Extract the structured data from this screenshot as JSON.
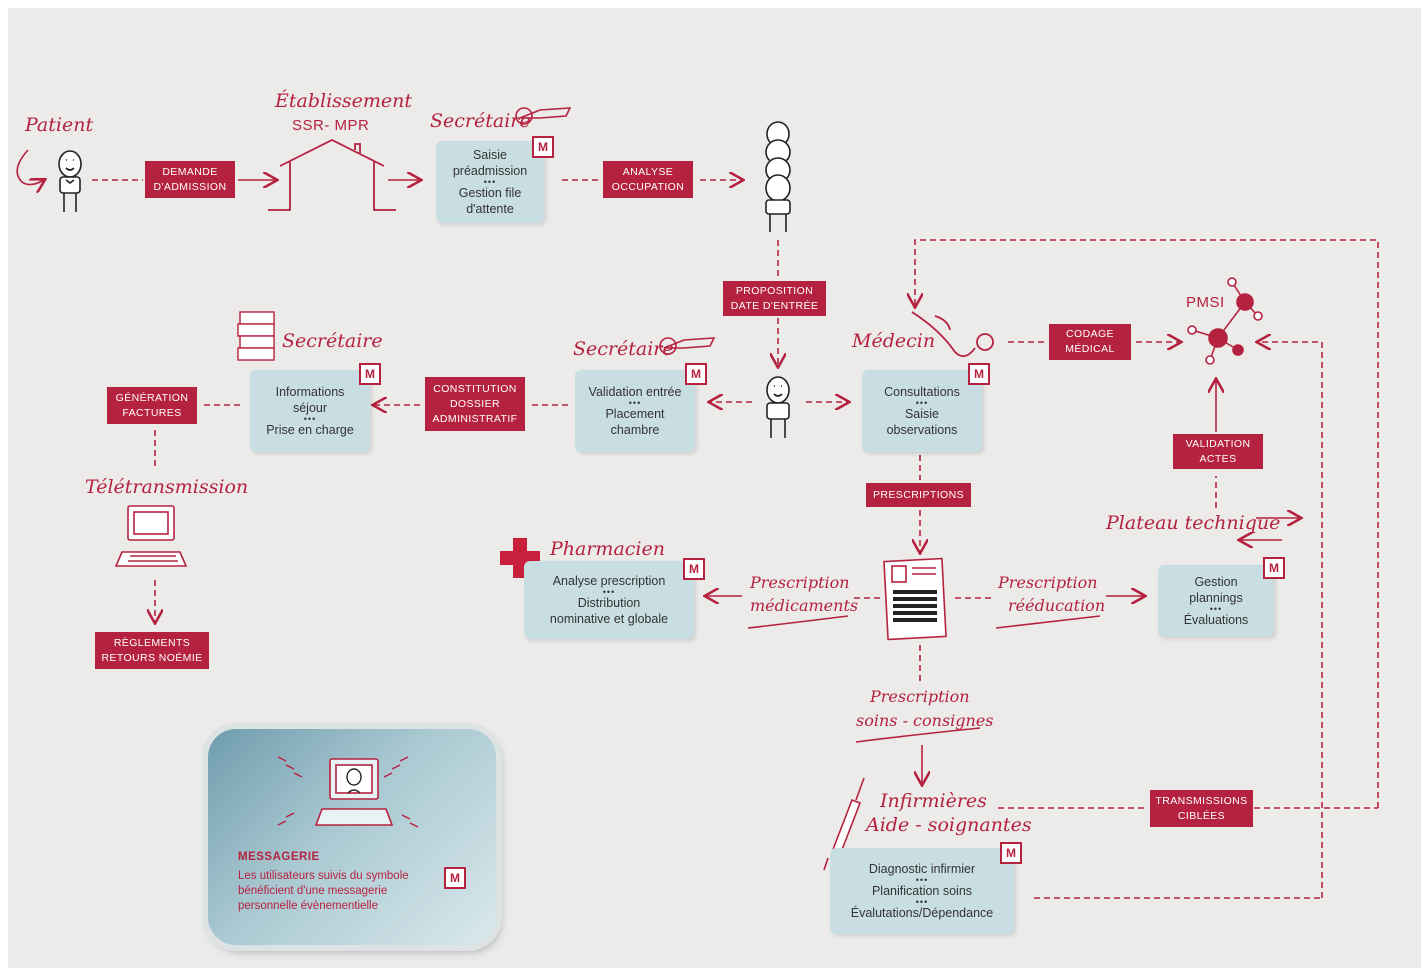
{
  "labels": {
    "demande": "DEMANDE\nD'ADMISSION",
    "analyse": "ANALYSE\nOCCUPATION",
    "proposition": "PROPOSITION\nDATE D'ENTRÉE",
    "constitution": "CONSTITUTION\nDOSSIER\nADMINISTRATIF",
    "generation": "GÉNÉRATION\nFACTURES",
    "reglements": "RÈGLEMENTS\nRETOURS NOÉMIE",
    "codage": "CODAGE\nMÉDICAL",
    "validation": "VALIDATION\nACTES",
    "prescriptions": "PRESCRIPTIONS",
    "transmissions": "TRANSMISSIONS\nCIBLÉES"
  },
  "actors": {
    "patient": "Patient",
    "etablissement": "Établissement",
    "ssr": "SSR- MPR",
    "secretaire1": "Secrétaire",
    "secretaire2": "Secrétaire",
    "secretaire3": "Secrétaire",
    "medecin": "Médecin",
    "pmsi": "PMSI",
    "teletransmission": "Télétransmission",
    "pharmacien": "Pharmacien",
    "plateau": "Plateau technique",
    "infirmieres": "Infirmières",
    "aides": "Aide - soignantes",
    "presc_med_1": "Prescription",
    "presc_med_2": "médicaments",
    "presc_reed_1": "Prescription",
    "presc_reed_2": "rééducation",
    "presc_soins_1": "Prescription",
    "presc_soins_2": "soins - consignes"
  },
  "boxes": {
    "saisie": {
      "l1": "Saisie",
      "l2": "préadmission",
      "l3": "Gestion file",
      "l4": "d'attente"
    },
    "info": {
      "l1": "Informations",
      "l2": "séjour",
      "l3": "Prise en charge"
    },
    "validation_entree": {
      "l1": "Validation entrée",
      "l2": "Placement",
      "l3": "chambre"
    },
    "consultations": {
      "l1": "Consultations",
      "l2": "Saisie",
      "l3": "observations"
    },
    "pharma": {
      "l1": "Analyse prescription",
      "l2": "Distribution",
      "l3": "nominative et globale"
    },
    "gestion": {
      "l1": "Gestion",
      "l2": "plannings",
      "l3": "Évaluations"
    },
    "diagnostic": {
      "l1": "Diagnostic infirmier",
      "l2": "Planification soins",
      "l3": "Évalutations/Dépendance"
    },
    "dots": "•••",
    "m": "M"
  },
  "messagerie": {
    "title": "MESSAGERIE",
    "text": "Les utilisateurs suivis du symbole bénéficient d'une messagerie personnelle évènementielle"
  },
  "colors": {
    "accent": "#b5223f",
    "box": "#c9dee2",
    "background": "#ecebe9"
  }
}
